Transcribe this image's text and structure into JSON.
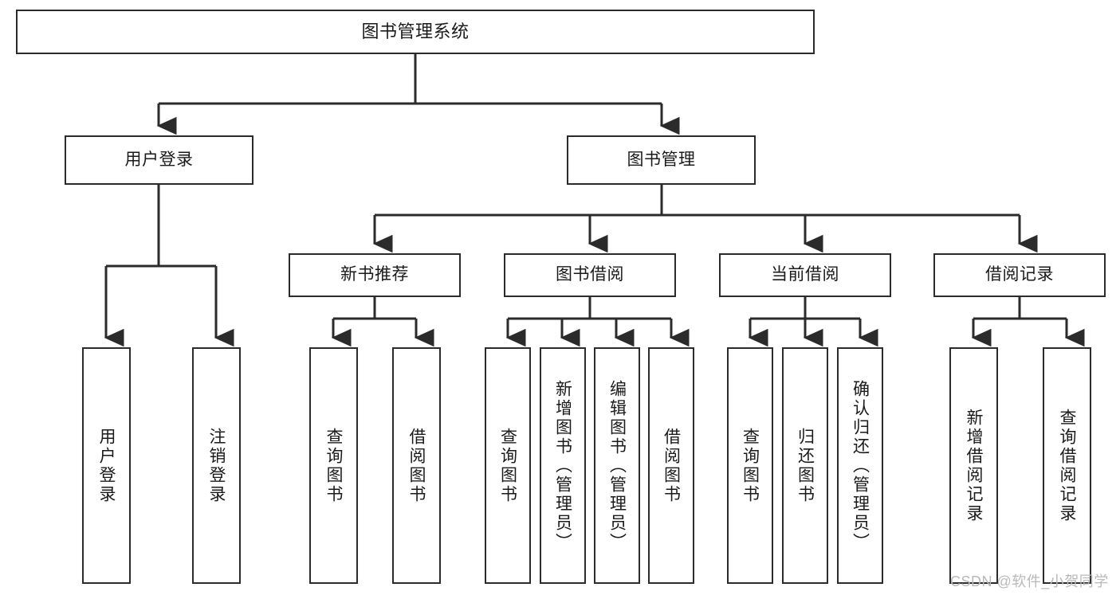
{
  "diagram": {
    "type": "tree-hierarchy-chart",
    "title": "图书管理系统",
    "stroke_color": "#2b2b2b",
    "fill_color": "#ffffff",
    "text_color": "#1a1a1a"
  },
  "nodes": {
    "root": {
      "label": "图书管理系统"
    },
    "level2": [
      {
        "label": "用户登录"
      },
      {
        "label": "图书管理"
      }
    ],
    "level3": [
      {
        "label": "新书推荐"
      },
      {
        "label": "图书借阅"
      },
      {
        "label": "当前借阅"
      },
      {
        "label": "借阅记录"
      }
    ],
    "leaves": {
      "user_login": [
        {
          "label": "用户登录"
        },
        {
          "label": "注销登录"
        }
      ],
      "new_book_recommend": [
        {
          "label": "查询图书"
        },
        {
          "label": "借阅图书"
        }
      ],
      "book_borrow": [
        {
          "label": "查询图书"
        },
        {
          "label": "新增图书（管理员）"
        },
        {
          "label": "编辑图书（管理员）"
        },
        {
          "label": "借阅图书"
        }
      ],
      "current_borrow": [
        {
          "label": "查询图书"
        },
        {
          "label": "归还图书"
        },
        {
          "label": "确认归还（管理员）"
        }
      ],
      "borrow_record": [
        {
          "label": "新增借阅记录"
        },
        {
          "label": "查询借阅记录"
        }
      ]
    }
  },
  "watermark": {
    "text": "CSDN @软件_小贺同学"
  }
}
